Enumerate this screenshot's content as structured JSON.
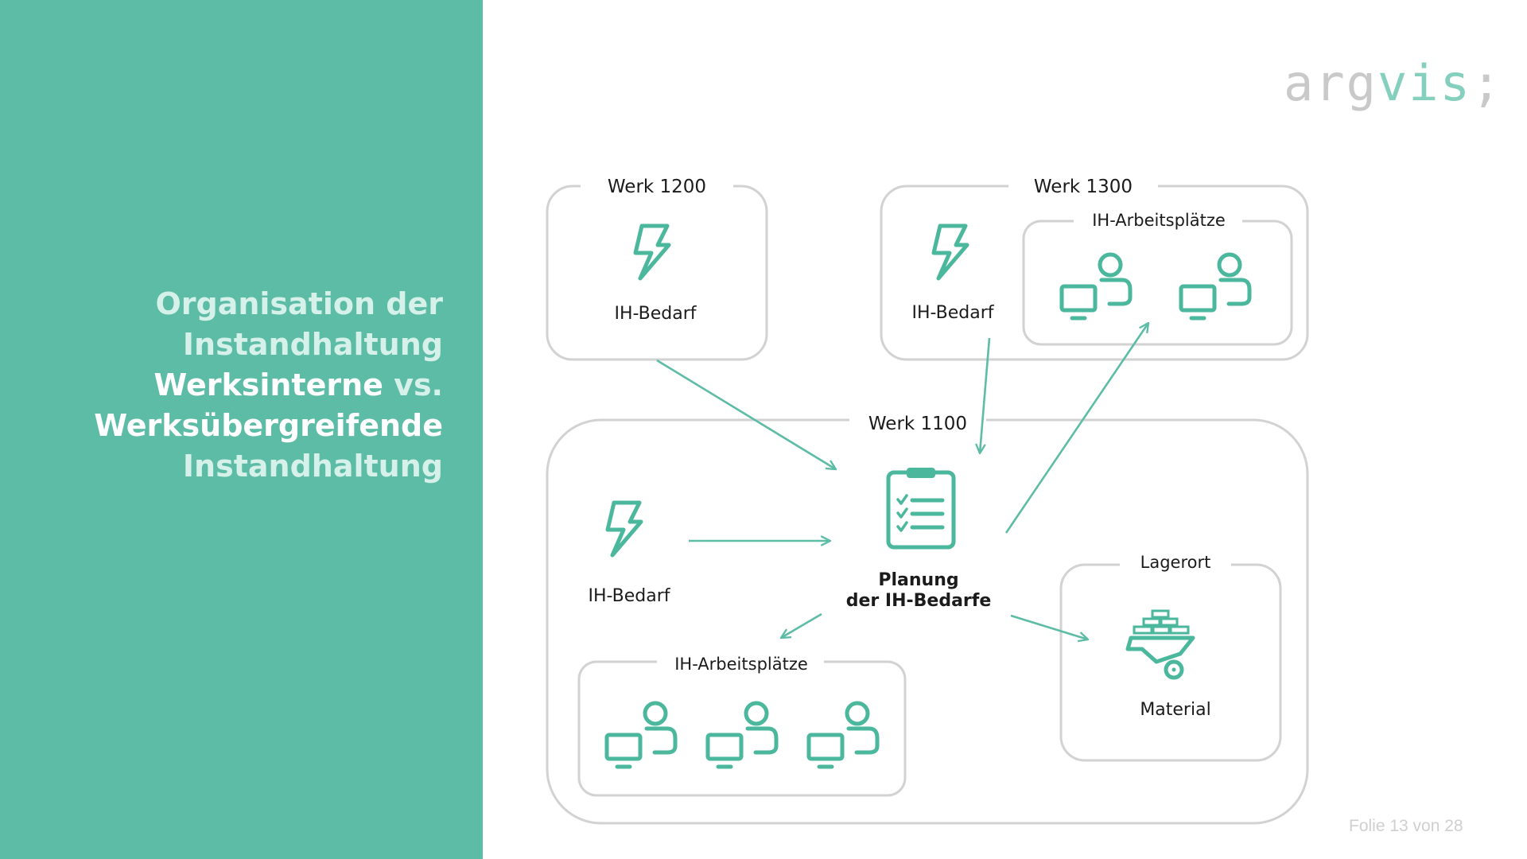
{
  "slide": {
    "title_lines": [
      {
        "text": "Organisation der",
        "style": "light"
      },
      {
        "text": "Instandhaltung",
        "style": "light"
      },
      {
        "text_strong": "Werksinterne",
        "text_light": " vs."
      },
      {
        "text": "Werksübergreifende",
        "style": "strong"
      },
      {
        "text": "Instandhaltung",
        "style": "light"
      }
    ],
    "logo": {
      "part1": "arg",
      "part2": "vis",
      "part3": ";"
    },
    "footer": "Folie 13 von 28"
  },
  "diagram": {
    "werk1200": {
      "title": "Werk 1200",
      "need_label": "IH-Bedarf"
    },
    "werk1300": {
      "title": "Werk 1300",
      "need_label": "IH-Bedarf",
      "workplaces_title": "IH-Arbeitsplätze"
    },
    "werk1100": {
      "title": "Werk 1100",
      "need_label": "IH-Bedarf",
      "planning_label_line1": "Planung",
      "planning_label_line2": "der IH-Bedarfe",
      "workplaces_title": "IH-Arbeitsplätze",
      "storage_title": "Lagerort",
      "material_label": "Material"
    }
  },
  "colors": {
    "accent": "#5dbca6",
    "icon": "#4bb79d",
    "box_border": "#d2d2d2",
    "arrow": "#5dbca6"
  },
  "icons": [
    "lightning-icon",
    "worker-computer-icon",
    "clipboard-checklist-icon",
    "wheelbarrow-bricks-icon"
  ]
}
